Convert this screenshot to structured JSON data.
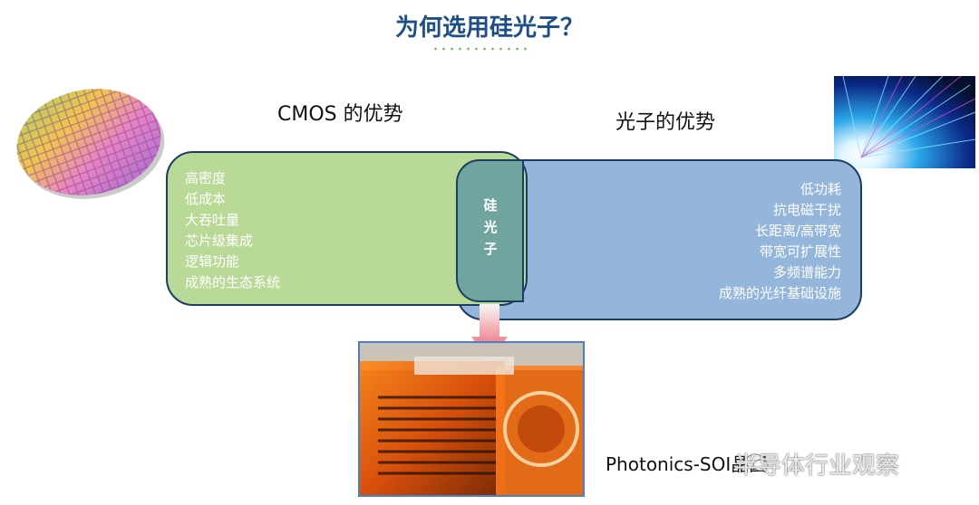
{
  "title": "为何选用硅光子？",
  "cmos": {
    "heading": "CMOS 的优势",
    "items": [
      "高密度",
      "低成本",
      "大吞吐量",
      "芯片级集成",
      "逻辑功能",
      "成熟的生态系统"
    ]
  },
  "photonics": {
    "heading": "光子的优势",
    "items": [
      "低功耗",
      "抗电磁干扰",
      "长距离/高带宽",
      "带宽可扩展性",
      "多频谱能力",
      "成熟的光纤基础设施"
    ]
  },
  "overlap_label": [
    "硅",
    "光",
    "子"
  ],
  "caption": "Photonics-SOI晶圆",
  "watermark": "半导体行业观察",
  "colors": {
    "title": "#1d4f86",
    "cmos_box": "#b8da96",
    "photonics_box": "#94b6da",
    "overlap": "#6fa59e",
    "arrow": "#e8454a"
  },
  "icons": [
    "wafer-image",
    "fiber-optic-image",
    "down-arrow-icon",
    "wafer-carrier-photo",
    "wechat-icon"
  ]
}
